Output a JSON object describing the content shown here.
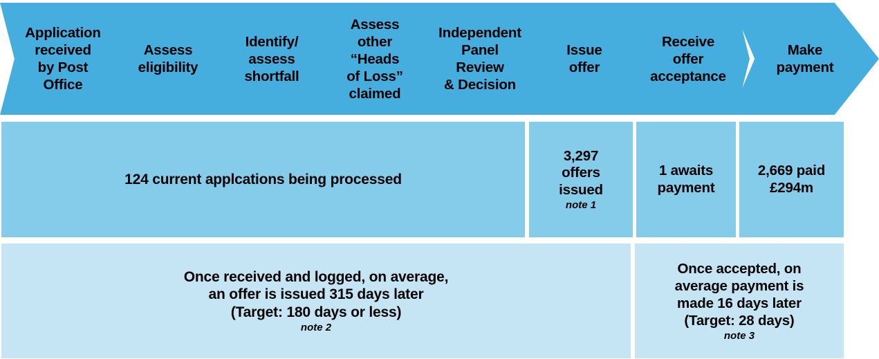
{
  "colors": {
    "chevron": "#45aede",
    "stats_row": "#84cce9",
    "timing_row": "#c5e5f5",
    "text": "#000000",
    "background": "#ffffff"
  },
  "process_bar": {
    "steps": [
      {
        "label": "Application\nreceived\nby Post\nOffice"
      },
      {
        "label": "Assess\neligibility"
      },
      {
        "label": "Identify/\nassess\nshortfall"
      },
      {
        "label": "Assess\nother\n“Heads\nof Loss”\nclaimed"
      },
      {
        "label": "Independent\nPanel\nReview\n& Decision"
      },
      {
        "label": "Issue\noffer"
      },
      {
        "label": "Receive\noffer\nacceptance"
      },
      {
        "label": "Make\npayment"
      }
    ]
  },
  "stats_row": {
    "cells": [
      {
        "text": "124 current applcations being processed",
        "note": ""
      },
      {
        "text": "3,297\noffers\nissued",
        "note": "note 1"
      },
      {
        "text": "1 awaits\npayment",
        "note": ""
      },
      {
        "text": "2,669 paid\n£294m",
        "note": ""
      }
    ]
  },
  "timing_row": {
    "cells": [
      {
        "text": "Once received and logged, on average,\nan offer is issued 315 days later\n(Target: 180 days or less)",
        "note": "note 2"
      },
      {
        "text": "Once accepted, on\naverage payment is\nmade 16 days later\n(Target: 28 days)",
        "note": "note 3"
      }
    ]
  }
}
